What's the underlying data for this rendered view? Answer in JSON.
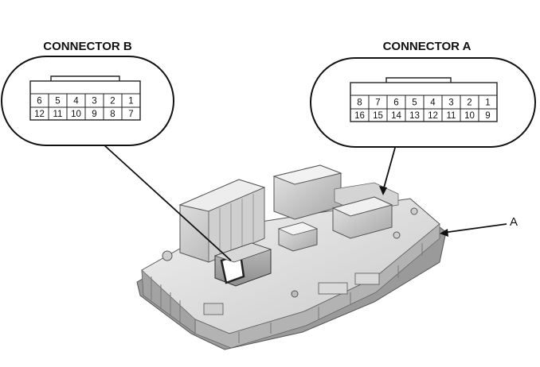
{
  "connector_b": {
    "title": "CONNECTOR B",
    "top_row": [
      "6",
      "5",
      "4",
      "3",
      "2",
      "1"
    ],
    "bottom_row": [
      "12",
      "11",
      "10",
      "9",
      "8",
      "7"
    ]
  },
  "connector_a": {
    "title": "CONNECTOR A",
    "top_row": [
      "8",
      "7",
      "6",
      "5",
      "4",
      "3",
      "2",
      "1"
    ],
    "bottom_row": [
      "16",
      "15",
      "14",
      "13",
      "12",
      "11",
      "10",
      "9"
    ]
  },
  "callout": {
    "label": "A"
  }
}
